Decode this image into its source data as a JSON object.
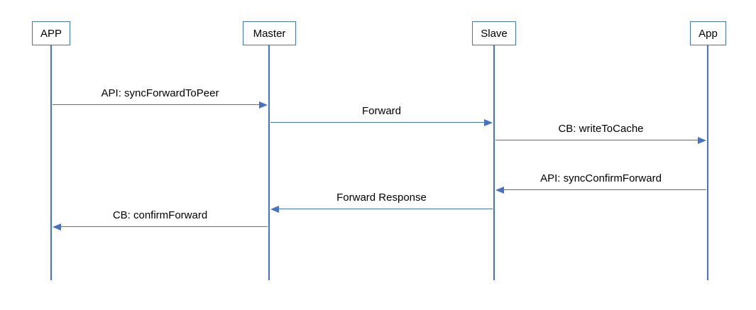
{
  "diagram": {
    "type": "sequence-diagram",
    "accent_color": "#4472C4",
    "background_color": "#FFFFFF",
    "text_color": "#000000",
    "actors": [
      {
        "label": "APP"
      },
      {
        "label": "Master"
      },
      {
        "label": "Slave"
      },
      {
        "label": "App"
      }
    ],
    "messages": [
      {
        "label": "API: syncForwardToPeer",
        "from": "APP",
        "to": "Master",
        "direction": "right"
      },
      {
        "label": "Forward",
        "from": "Master",
        "to": "Slave",
        "direction": "right"
      },
      {
        "label": "CB: writeToCache",
        "from": "Slave",
        "to": "App",
        "direction": "right"
      },
      {
        "label": "API: syncConfirmForward",
        "from": "App",
        "to": "Slave",
        "direction": "left"
      },
      {
        "label": "Forward Response",
        "from": "Slave",
        "to": "Master",
        "direction": "left"
      },
      {
        "label": "CB: confirmForward",
        "from": "Master",
        "to": "APP",
        "direction": "left"
      }
    ]
  }
}
